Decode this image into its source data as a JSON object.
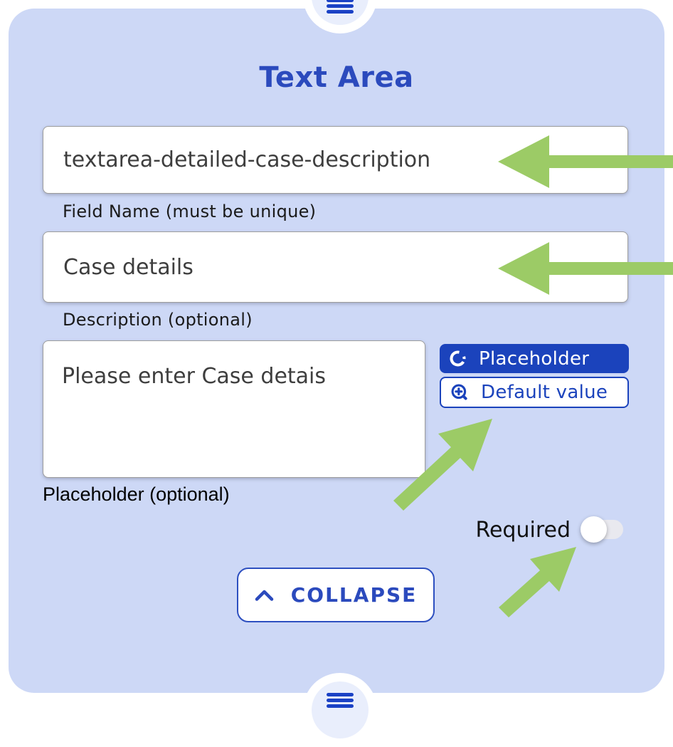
{
  "card": {
    "title": "Text Area",
    "background_color": "#cdd8f6",
    "accent_color": "#1b43bc"
  },
  "drag_handles": {
    "top_icon": "drag-handle-icon",
    "bottom_icon": "drag-handle-icon"
  },
  "fields": {
    "field_name": {
      "value": "textarea-detailed-case-description",
      "label": "Field Name (must be unique)"
    },
    "description": {
      "value": "Case details",
      "label": "Description (optional)"
    },
    "placeholder": {
      "value": "Please enter Case detais",
      "label": "Placeholder (optional)"
    }
  },
  "value_tabs": {
    "placeholder": {
      "label": "Placeholder",
      "icon": "refresh-icon",
      "active": true
    },
    "default_value": {
      "label": "Default value",
      "icon": "zoom-in-icon",
      "active": false
    }
  },
  "required_toggle": {
    "label": "Required",
    "state": "off"
  },
  "collapse_button": {
    "label": "COLLAPSE",
    "icon": "chevron-up-icon"
  },
  "annotations": {
    "arrow_color": "#9ccb66",
    "arrows": [
      "points-at-field-name-input",
      "points-at-description-input",
      "points-at-default-value-tab",
      "points-at-required-toggle"
    ]
  }
}
